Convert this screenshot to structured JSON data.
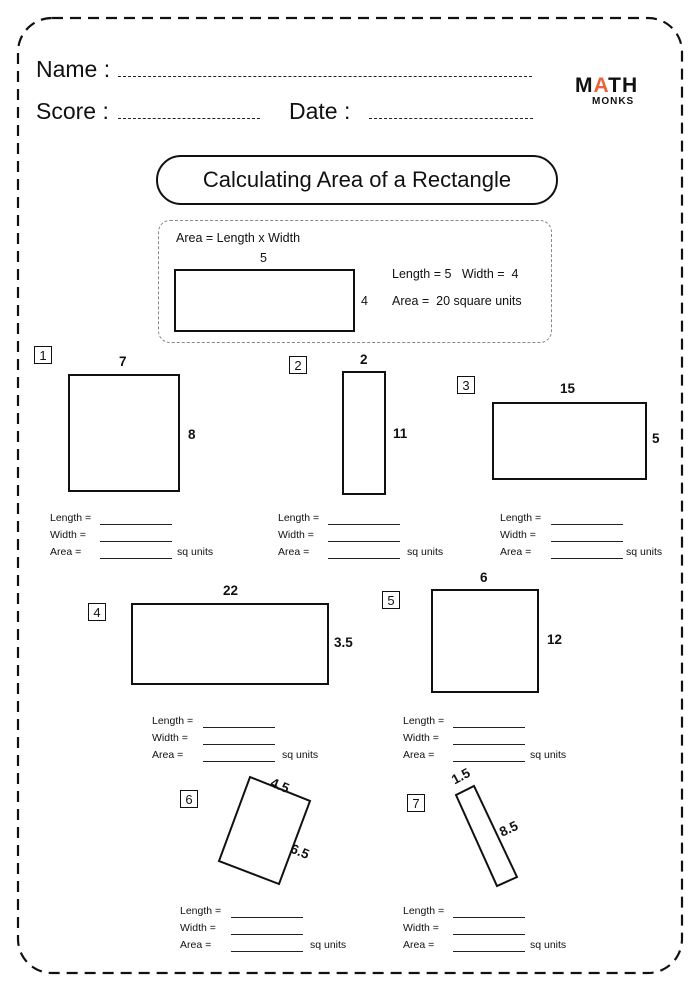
{
  "header": {
    "name_label": "Name :",
    "score_label": "Score :",
    "date_label": "Date :",
    "logo_main": "MATH",
    "logo_sub": "MONKS",
    "logo_accent": "#e8643c"
  },
  "title": "Calculating Area of a Rectangle",
  "example": {
    "formula": "Area = Length x Width",
    "top_dim": "5",
    "side_dim": "4",
    "length_text": "Length = 5   Width =  4",
    "area_text": "Area =  20 square units"
  },
  "answer_labels": {
    "length": "Length =",
    "width": "Width =",
    "area": "Area =",
    "unit": "sq units"
  },
  "problems": [
    {
      "number": "1",
      "top": "7",
      "side": "8"
    },
    {
      "number": "2",
      "top": "2",
      "side": "11"
    },
    {
      "number": "3",
      "top": "15",
      "side": "5"
    },
    {
      "number": "4",
      "top": "22",
      "side": "3.5"
    },
    {
      "number": "5",
      "top": "6",
      "side": "12"
    },
    {
      "number": "6",
      "top": "4.5",
      "side": "6.5"
    },
    {
      "number": "7",
      "top": "1.5",
      "side": "8.5"
    }
  ]
}
